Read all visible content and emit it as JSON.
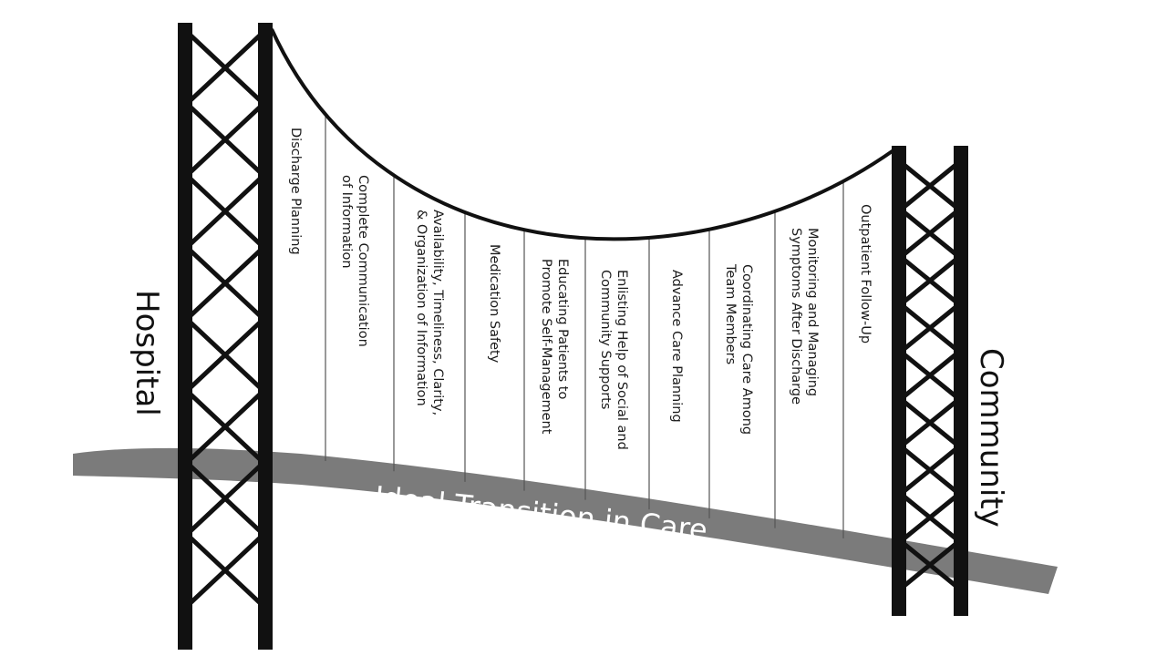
{
  "hospital_label": "Hospital",
  "community_label": "Community",
  "deck_label": "Ideal Transition in Care",
  "components": [
    {
      "line1": "Discharge Planning"
    },
    {
      "line1": "Complete Communication",
      "line2": "of Information"
    },
    {
      "line1": "Availability, Timeliness, Clarity,",
      "line2": "& Organization of Information"
    },
    {
      "line1": "Medication Safety"
    },
    {
      "line1": "Educating Patients to",
      "line2": "Promote Self-Management"
    },
    {
      "line1": "Enlisting Help of Social and",
      "line2": "Community Supports"
    },
    {
      "line1": "Advance Care Planning"
    },
    {
      "line1": "Coordinating Care Among",
      "line2": "Team Members"
    },
    {
      "line1": "Monitoring and Managing",
      "line2": "Symptoms After Discharge"
    },
    {
      "line1": "Outpatient Follow-Up"
    }
  ]
}
